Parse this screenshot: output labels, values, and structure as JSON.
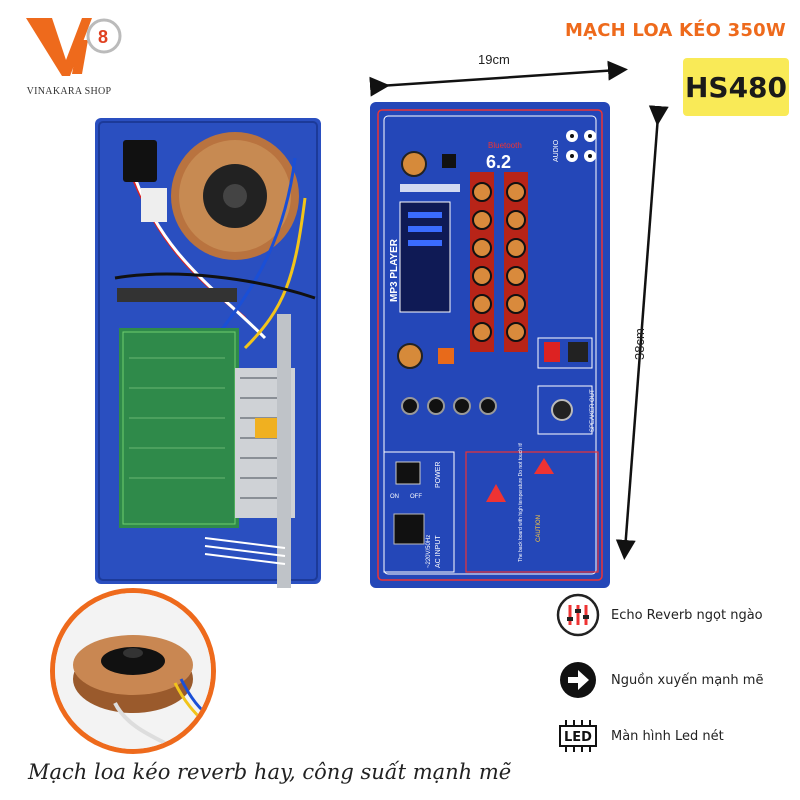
{
  "brand": {
    "shop_name": "VINAKARA SHOP",
    "logo_icon": "vinakara-logo-icon",
    "accent": "#ee6a1c"
  },
  "header": {
    "title": "MẠCH LOA KÉO 350W",
    "model": "HS480",
    "badge_color": "#f9ea57"
  },
  "dimensions": {
    "width_label": "19cm",
    "height_label": "38cm"
  },
  "panel": {
    "color": "#2447b8",
    "bluetooth_label": "Bluetooth",
    "bluetooth_version": "6.2",
    "player_label": "MP3 PLAYER",
    "audio_label": "AUDIO",
    "power_label": "POWER",
    "ac_input_label": "AC INPUT",
    "voltage_label": "~220V/50Hz",
    "speaker_out_label": "SPEAKER OUT",
    "caution_label": "CAUTION",
    "on_label": "ON",
    "off_label": "OFF",
    "warning_text": "The back board with high temperature Do not touch it!"
  },
  "features": [
    {
      "icon": "equalizer-icon",
      "label": "Echo Reverb ngọt ngào"
    },
    {
      "icon": "arrow-right-circle-icon",
      "label": "Nguồn xuyến mạnh mẽ"
    },
    {
      "icon": "led-chip-icon",
      "label": "Màn hình Led nét",
      "icon_text": "LED"
    }
  ],
  "slogan": "Mạch loa kéo reverb hay, công suất mạnh mẽ"
}
